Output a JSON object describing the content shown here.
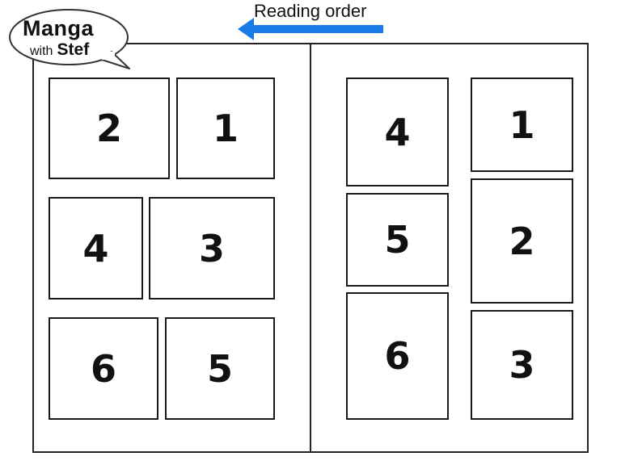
{
  "header": {
    "title": "Reading order",
    "arrow": {
      "icon": "arrow-left-icon",
      "direction": "right-to-left",
      "color": "#1a7be8"
    }
  },
  "logo": {
    "line1": "Manga",
    "line2_prefix": "with",
    "line2_name": "Stef",
    "icon": "speech-bubble-icon"
  },
  "pages": {
    "left": {
      "panels": [
        {
          "label": "2"
        },
        {
          "label": "1"
        },
        {
          "label": "4"
        },
        {
          "label": "3"
        },
        {
          "label": "6"
        },
        {
          "label": "5"
        }
      ]
    },
    "right": {
      "panels": [
        {
          "label": "4"
        },
        {
          "label": "1"
        },
        {
          "label": "5"
        },
        {
          "label": "2"
        },
        {
          "label": "6"
        },
        {
          "label": "3"
        }
      ]
    }
  },
  "colors": {
    "arrow": "#1a7be8",
    "stroke": "#1a1a1a",
    "background": "#ffffff"
  }
}
